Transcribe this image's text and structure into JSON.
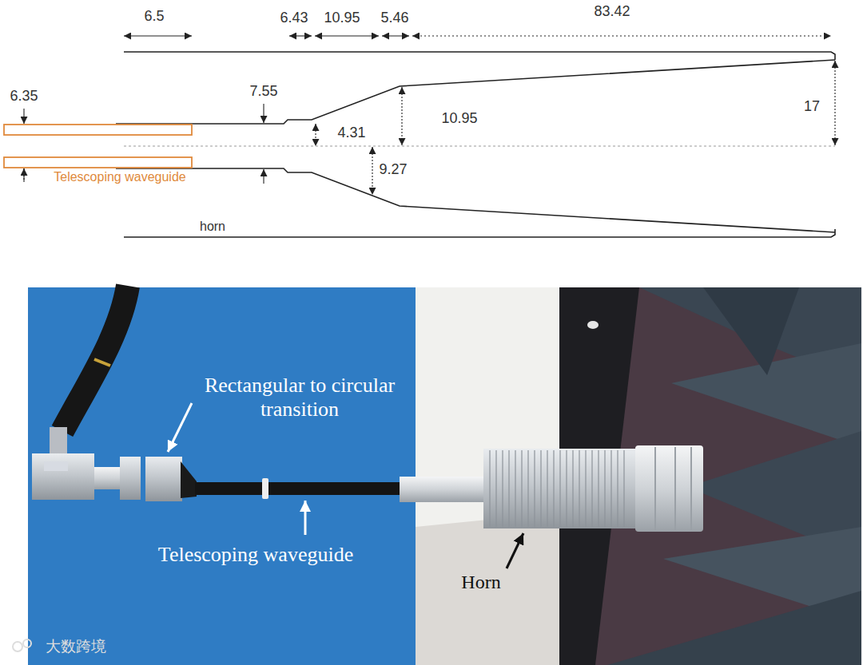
{
  "diagram": {
    "labels": [
      "6.5",
      "6.43",
      "10.95",
      "5.46",
      "83.42",
      "6.35",
      "7.55",
      "4.31",
      "10.95",
      "17",
      "9.27",
      "Telescoping waveguide",
      "horn",
      "Rectangular to circular transition",
      "Telescoping waveguide",
      "Horn",
      "大数跨境"
    ]
  }
}
